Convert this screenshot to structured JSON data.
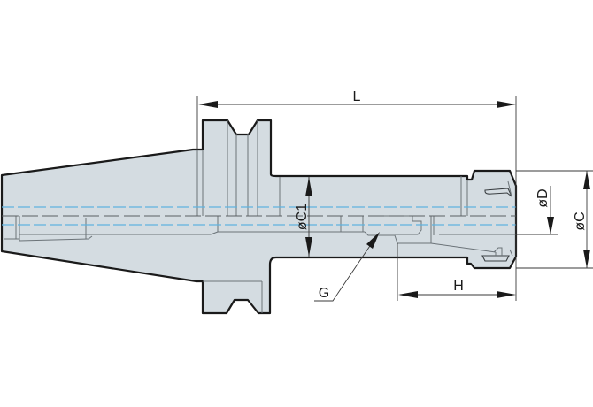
{
  "drawing": {
    "type": "technical-drawing",
    "subject": "tool holder (taper shank with collet chuck nose)",
    "colors": {
      "body_fill": "#d4dce1",
      "outline": "#1a1a1a",
      "centerline": "#5fb3e0"
    }
  },
  "dimensions": {
    "L": "L",
    "C1": "øC1",
    "D": "øD",
    "C": "øC",
    "H": "H",
    "G": "G"
  }
}
